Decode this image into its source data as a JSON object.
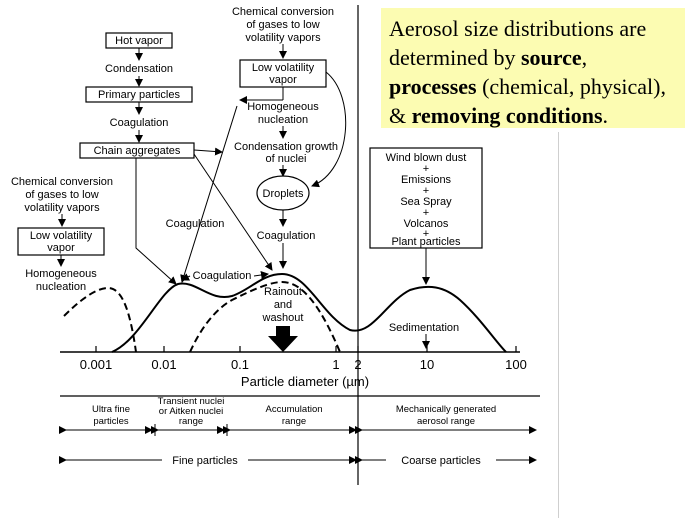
{
  "callout": {
    "p1": "Aerosol size distributions are determined by ",
    "source": "source",
    "p2": ", ",
    "processes": "processes",
    "p3": " (chemical, physical), & ",
    "removing": "removing conditions",
    "p4": "."
  },
  "labels": {
    "hot_vapor": "Hot vapor",
    "condensation": "Condensation",
    "primary_particles": "Primary particles",
    "coagulation_1": "Coagulation",
    "chain_aggregates": "Chain aggregates",
    "chem_conv_top_1": "Chemical conversion",
    "chem_conv_top_2": "of gases to low",
    "chem_conv_top_3": "volatility vapors",
    "low_vol_top_1": "Low volatility",
    "low_vol_top_2": "vapor",
    "homog_top_1": "Homogeneous",
    "homog_top_2": "nucleation",
    "cond_growth_1": "Condensation growth",
    "cond_growth_2": "of nuclei",
    "droplets": "Droplets",
    "coagulation_mid": "Coagulation",
    "coagulation_right": "Coagulation",
    "coagulation_bottom": "Coagulation",
    "chem_conv_left_1": "Chemical conversion",
    "chem_conv_left_2": "of gases to low",
    "chem_conv_left_3": "volatility vapors",
    "low_vol_left_1": "Low volatility",
    "low_vol_left_2": "vapor",
    "homog_left_1": "Homogeneous",
    "homog_left_2": "nucleation",
    "rainout_1": "Rainout",
    "rainout_2": "and",
    "rainout_3": "washout",
    "sources_1": "Wind blown dust",
    "sources_2": "+",
    "sources_3": "Emissions",
    "sources_4": "+",
    "sources_5": "Sea Spray",
    "sources_6": "+",
    "sources_7": "Volcanos",
    "sources_8": "+",
    "sources_9": "Plant particles",
    "sedimentation": "Sedimentation"
  },
  "axis": {
    "ticks": [
      "0.001",
      "0.01",
      "0.1",
      "1",
      "2",
      "10",
      "100"
    ],
    "title": "Particle diameter (µm)"
  },
  "ranges": {
    "ultrafine_1": "Ultra fine",
    "ultrafine_2": "particles",
    "aitken_1": "Transient nuclei",
    "aitken_2": "or Aitken nuclei",
    "aitken_3": "range",
    "accum_1": "Accumulation",
    "accum_2": "range",
    "mech_1": "Mechanically generated",
    "mech_2": "aerosol range",
    "fine": "Fine particles",
    "coarse": "Coarse particles"
  }
}
